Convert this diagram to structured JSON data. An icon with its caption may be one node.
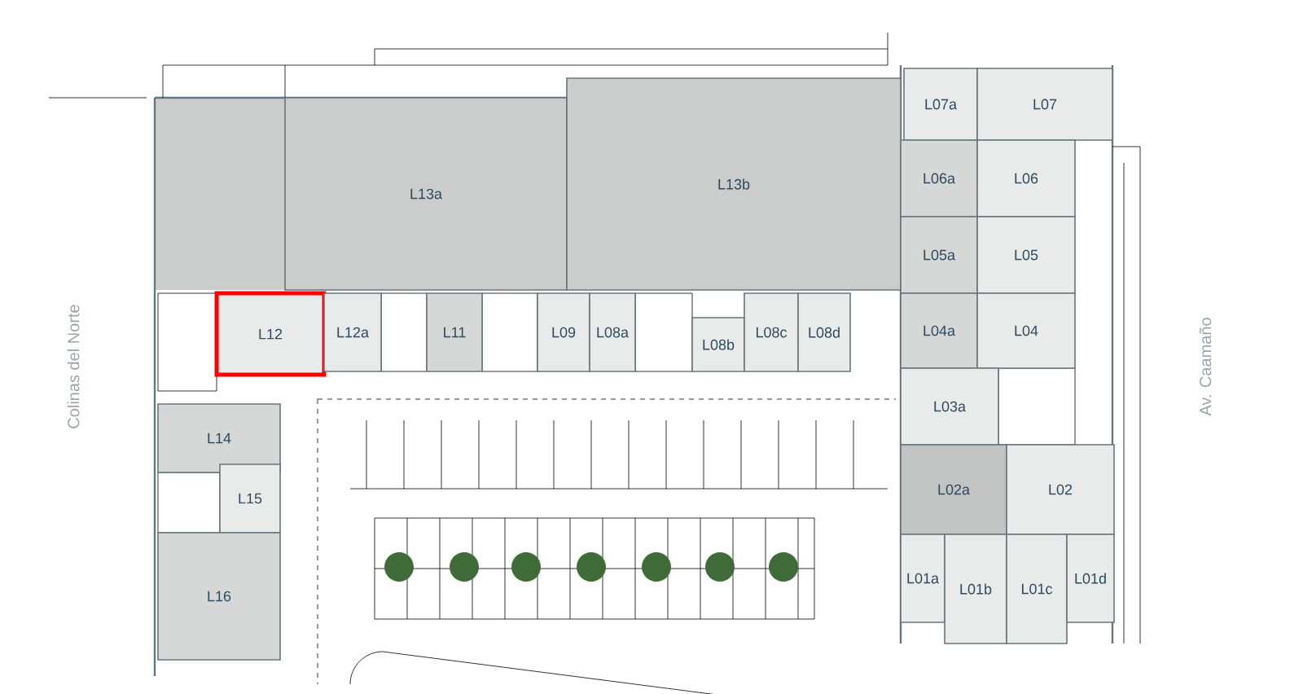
{
  "diagram": {
    "nodes": [
      {
        "text": [
          "L07a"
        ]
      },
      {
        "text": [
          "L07"
        ]
      },
      {
        "text": [
          "L13a"
        ]
      },
      {
        "text": [
          "L13b"
        ]
      },
      {
        "text": [
          "L06a"
        ]
      },
      {
        "text": [
          "L06"
        ]
      },
      {
        "text": [
          "L05a"
        ]
      },
      {
        "text": [
          "L05"
        ]
      },
      {
        "text": [
          "L12"
        ]
      },
      {
        "text": [
          "L12a"
        ]
      },
      {
        "text": [
          "L11"
        ]
      },
      {
        "text": [
          "L09"
        ]
      },
      {
        "text": [
          "L08a"
        ]
      },
      {
        "text": [
          "L08b"
        ]
      },
      {
        "text": [
          "L08c"
        ]
      },
      {
        "text": [
          "L08d"
        ]
      },
      {
        "text": [
          "L04a"
        ]
      },
      {
        "text": [
          "L04"
        ]
      },
      {
        "text": [
          "L03a"
        ]
      },
      {
        "text": [
          "L14"
        ]
      },
      {
        "text": [
          "L02a"
        ]
      },
      {
        "text": [
          "L02"
        ]
      },
      {
        "text": [
          "L15"
        ]
      },
      {
        "text": [
          "L16"
        ]
      },
      {
        "text": [
          "L01a"
        ]
      },
      {
        "text": [
          "L01b"
        ]
      },
      {
        "text": [
          "L01c"
        ]
      },
      {
        "text": [
          "L01d"
        ]
      }
    ],
    "labels": [
      "Colinas del Norte",
      "Av. Caamaño"
    ]
  }
}
